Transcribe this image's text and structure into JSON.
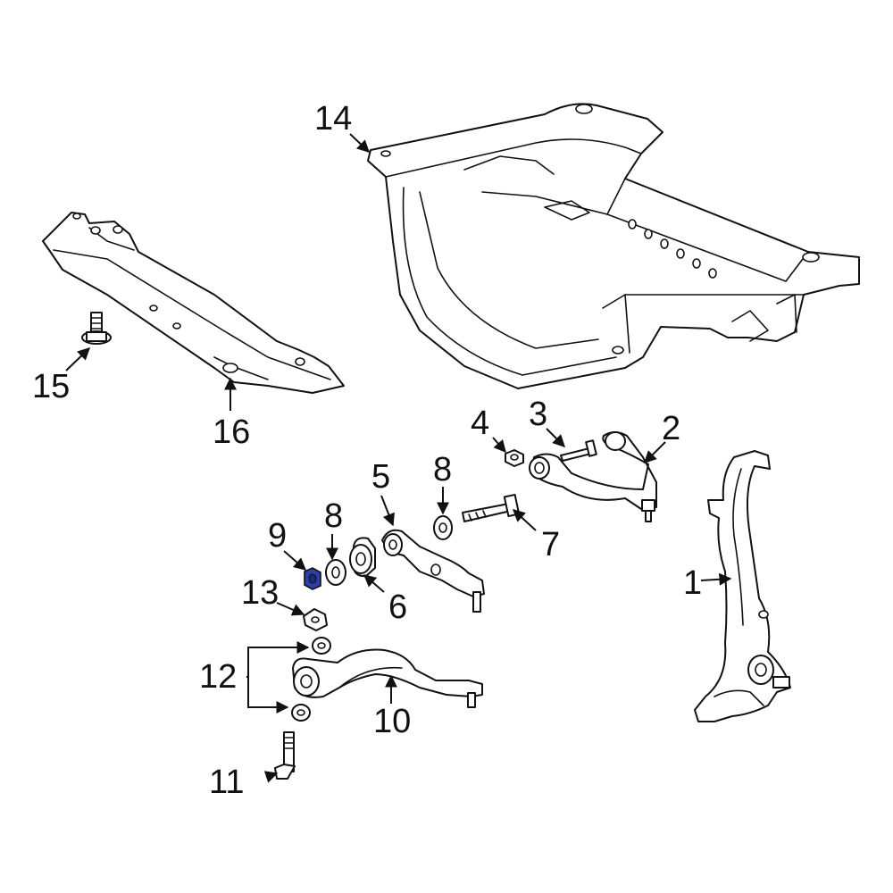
{
  "callouts": {
    "c1": "1",
    "c2": "2",
    "c3": "3",
    "c4": "4",
    "c5": "5",
    "c6": "6",
    "c7": "7",
    "c8a": "8",
    "c8b": "8",
    "c9": "9",
    "c10": "10",
    "c11": "11",
    "c12": "12",
    "c13": "13",
    "c14": "14",
    "c15": "15",
    "c16": "16"
  },
  "highlight_color": "#2a3fa8"
}
